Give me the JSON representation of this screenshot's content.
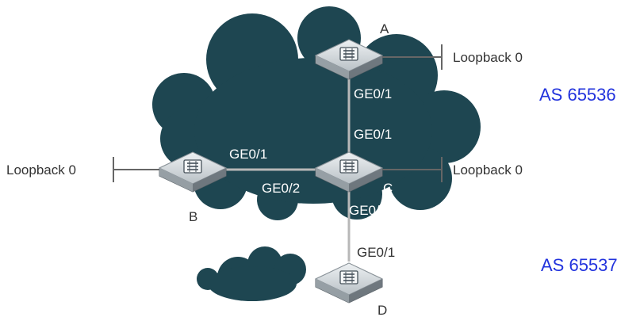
{
  "colors": {
    "cloud": "#1e4651",
    "link": "#b8b8b8",
    "loopback_line": "#666666",
    "as_label": "#2233dd",
    "router_top": "#cfd5d9",
    "router_side": "#7f8a91"
  },
  "routers": {
    "a": {
      "name": "A",
      "icon": "router-icon"
    },
    "b": {
      "name": "B",
      "icon": "router-icon"
    },
    "c": {
      "name": "C",
      "icon": "router-icon"
    },
    "d": {
      "name": "D",
      "icon": "router-icon"
    }
  },
  "interfaces": {
    "a_ge01": "GE0/1",
    "c_ge01": "GE0/1",
    "b_ge01": "GE0/1",
    "c_ge02": "GE0/2",
    "c_ge03": "GE0/3",
    "d_ge01": "GE0/1"
  },
  "loopbacks": {
    "a": "Loopback 0",
    "b": "Loopback 0",
    "c": "Loopback 0"
  },
  "autonomous_systems": {
    "as1": "AS 65536",
    "as2": "AS 65537"
  }
}
